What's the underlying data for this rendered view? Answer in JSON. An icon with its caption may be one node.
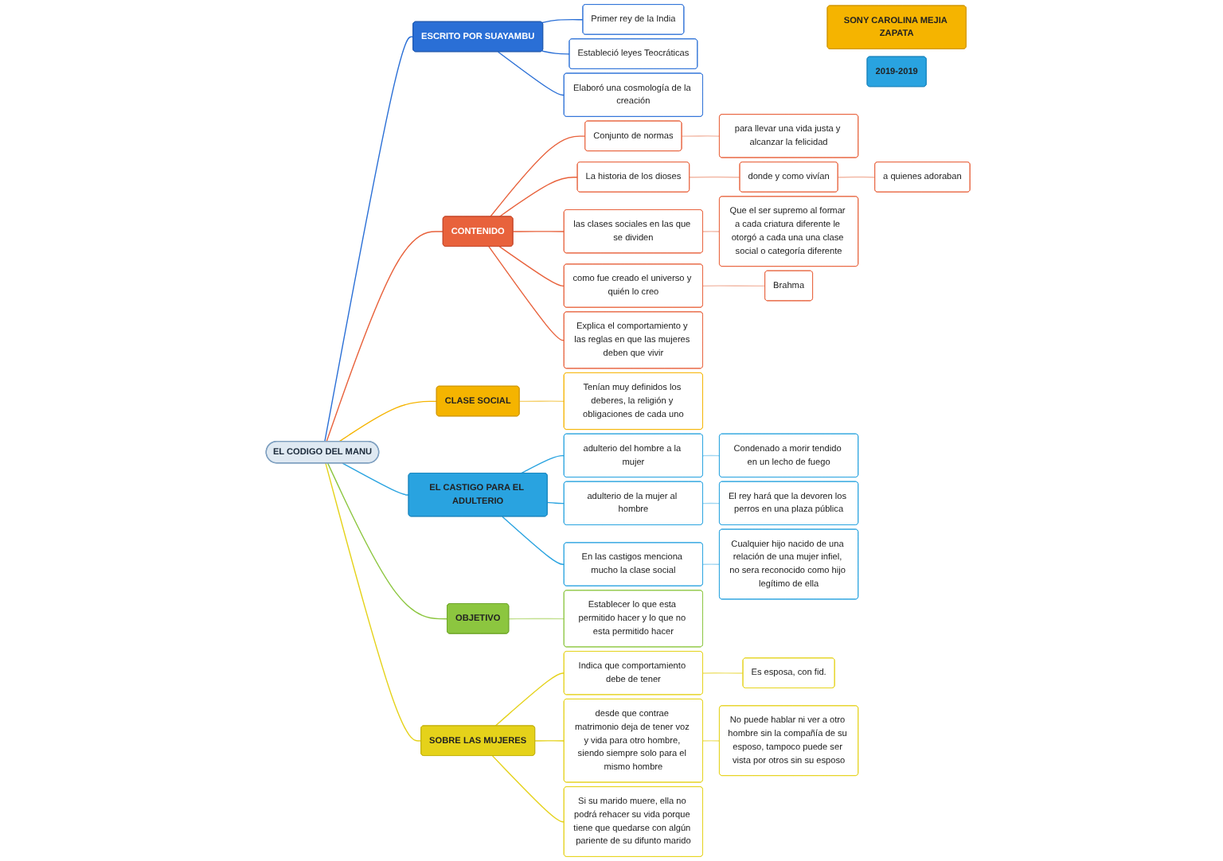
{
  "diagram": {
    "nodes": [
      {
        "text": [
          "EL CODIGO DEL MANU"
        ]
      },
      {
        "text": [
          "ESCRITO POR SUAYAMBU"
        ]
      },
      {
        "text": [
          "Primer rey de la India"
        ]
      },
      {
        "text": [
          "Estableció leyes Teocráticas"
        ]
      },
      {
        "text": [
          "Elaboró una cosmología de la creación"
        ]
      },
      {
        "text": [
          "CONTENIDO"
        ]
      },
      {
        "text": [
          "Conjunto de normas"
        ]
      },
      {
        "text": [
          "para llevar una vida justa y alcanzar la felicidad"
        ]
      },
      {
        "text": [
          "La historia de los dioses"
        ]
      },
      {
        "text": [
          "donde y como vivían"
        ]
      },
      {
        "text": [
          "a quienes adoraban"
        ]
      },
      {
        "text": [
          "las clases sociales en las que se dividen"
        ]
      },
      {
        "text": [
          "Que el ser supremo al formar a cada criatura diferente le otorgó a cada una una clase social o categoría diferente"
        ]
      },
      {
        "text": [
          "como fue creado el universo y quién lo creo"
        ]
      },
      {
        "text": [
          "Brahma"
        ]
      },
      {
        "text": [
          "Explica el comportamiento y las reglas en que las mujeres deben que vivir"
        ]
      },
      {
        "text": [
          "CLASE SOCIAL"
        ]
      },
      {
        "text": [
          "Tenían muy definidos los deberes, la religión y obligaciones de cada uno"
        ]
      },
      {
        "text": [
          "EL CASTIGO PARA EL ADULTERIO"
        ]
      },
      {
        "text": [
          "adulterio del hombre a la mujer"
        ]
      },
      {
        "text": [
          "Condenado a morir tendido en un lecho de fuego"
        ]
      },
      {
        "text": [
          "adulterio de la mujer al hombre"
        ]
      },
      {
        "text": [
          "El rey hará que la devoren los perros en una plaza pública"
        ]
      },
      {
        "text": [
          "En las castigos menciona mucho la clase social"
        ]
      },
      {
        "text": [
          "Cualquier hijo nacido de una relación de una mujer infiel, no sera reconocido como hijo legítimo de ella"
        ]
      },
      {
        "text": [
          "OBJETIVO"
        ]
      },
      {
        "text": [
          "Establecer lo que esta permitido hacer y lo que no esta permitido hacer"
        ]
      },
      {
        "text": [
          "SOBRE LAS MUJERES"
        ]
      },
      {
        "text": [
          "Indica que comportamiento debe de tener"
        ]
      },
      {
        "text": [
          "Es esposa, con fid."
        ]
      },
      {
        "text": [
          "desde que contrae matrimonio deja de tener voz y vida para otro hombre, siendo siempre solo para el mismo hombre"
        ]
      },
      {
        "text": [
          "No puede hablar ni ver a otro hombre sin la compañía de su esposo, tampoco puede ser vista por otros sin su esposo"
        ]
      },
      {
        "text": [
          "Si su marido muere, ella no podrá rehacer su vida porque tiene que quedarse con algún pariente de su difunto marido"
        ]
      },
      {
        "text": [
          "SONY CAROLINA MEJIA ZAPATA"
        ]
      },
      {
        "text": [
          "2019-2019"
        ]
      }
    ],
    "edges": [
      {
        "from": 0,
        "to": 1,
        "arrow": "none",
        "color": "#2a6fd6"
      },
      {
        "from": 1,
        "to": 2,
        "arrow": "none",
        "color": "#2a6fd6"
      },
      {
        "from": 1,
        "to": 3,
        "arrow": "none",
        "color": "#2a6fd6"
      },
      {
        "from": 1,
        "to": 4,
        "arrow": "none",
        "color": "#2a6fd6"
      },
      {
        "from": 0,
        "to": 5,
        "arrow": "none",
        "color": "#e8623c"
      },
      {
        "from": 5,
        "to": 6,
        "arrow": "none",
        "color": "#e8623c"
      },
      {
        "from": 6,
        "to": 7,
        "arrow": "none",
        "color": "#f2b8a5"
      },
      {
        "from": 5,
        "to": 8,
        "arrow": "none",
        "color": "#e8623c"
      },
      {
        "from": 8,
        "to": 9,
        "arrow": "none",
        "color": "#f2b8a5"
      },
      {
        "from": 9,
        "to": 10,
        "arrow": "none",
        "color": "#f2b8a5"
      },
      {
        "from": 5,
        "to": 11,
        "arrow": "none",
        "color": "#e8623c"
      },
      {
        "from": 11,
        "to": 12,
        "arrow": "none",
        "color": "#f2b8a5"
      },
      {
        "from": 5,
        "to": 13,
        "arrow": "none",
        "color": "#e8623c"
      },
      {
        "from": 13,
        "to": 14,
        "arrow": "none",
        "color": "#f2b8a5"
      },
      {
        "from": 5,
        "to": 15,
        "arrow": "none",
        "color": "#e8623c"
      },
      {
        "from": 0,
        "to": 16,
        "arrow": "none",
        "color": "#f5b400"
      },
      {
        "from": 16,
        "to": 17,
        "arrow": "none",
        "color": "#f5d06b"
      },
      {
        "from": 0,
        "to": 18,
        "arrow": "none",
        "color": "#29a3e0"
      },
      {
        "from": 18,
        "to": 19,
        "arrow": "none",
        "color": "#29a3e0"
      },
      {
        "from": 19,
        "to": 20,
        "arrow": "none",
        "color": "#9fd6f2"
      },
      {
        "from": 18,
        "to": 21,
        "arrow": "none",
        "color": "#29a3e0"
      },
      {
        "from": 21,
        "to": 22,
        "arrow": "none",
        "color": "#9fd6f2"
      },
      {
        "from": 18,
        "to": 23,
        "arrow": "none",
        "color": "#29a3e0"
      },
      {
        "from": 23,
        "to": 24,
        "arrow": "none",
        "color": "#9fd6f2"
      },
      {
        "from": 0,
        "to": 25,
        "arrow": "none",
        "color": "#8cc63f"
      },
      {
        "from": 25,
        "to": 26,
        "arrow": "none",
        "color": "#c2e08f"
      },
      {
        "from": 0,
        "to": 27,
        "arrow": "none",
        "color": "#e5d21a"
      },
      {
        "from": 27,
        "to": 28,
        "arrow": "none",
        "color": "#e5d21a"
      },
      {
        "from": 28,
        "to": 29,
        "arrow": "none",
        "color": "#efe377"
      },
      {
        "from": 27,
        "to": 30,
        "arrow": "none",
        "color": "#e5d21a"
      },
      {
        "from": 30,
        "to": 31,
        "arrow": "none",
        "color": "#efe377"
      },
      {
        "from": 27,
        "to": 32,
        "arrow": "none",
        "color": "#e5d21a"
      }
    ]
  }
}
